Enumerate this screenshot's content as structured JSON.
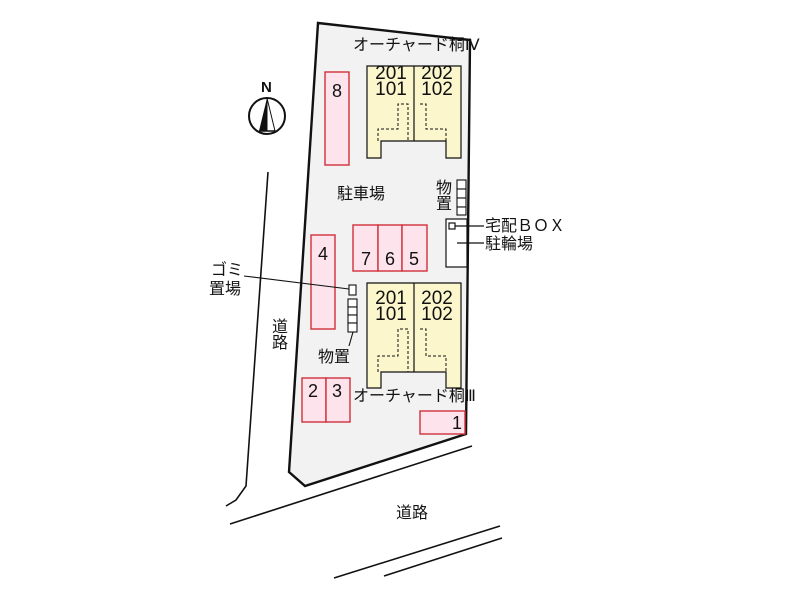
{
  "map": {
    "type": "site-plan",
    "compass": {
      "label": "N",
      "icon": "north-arrow-icon"
    },
    "roads": [
      {
        "id": "road-west",
        "label": "道路"
      },
      {
        "id": "road-south",
        "label": "道路"
      }
    ],
    "buildings": [
      {
        "id": "building-north",
        "name": "オーチャード桐Ⅳ",
        "units": [
          {
            "upper": "201",
            "lower": "101"
          },
          {
            "upper": "202",
            "lower": "102"
          }
        ]
      },
      {
        "id": "building-south",
        "name": "オーチャード桐Ⅲ",
        "units": [
          {
            "upper": "201",
            "lower": "101"
          },
          {
            "upper": "202",
            "lower": "102"
          }
        ]
      }
    ],
    "parking": {
      "label": "駐車場",
      "spaces": [
        "1",
        "2",
        "3",
        "4",
        "5",
        "6",
        "7",
        "8"
      ]
    },
    "facilities": {
      "storage_north": "物置",
      "storage_south": "物置",
      "delivery_box": "宅配ＢＯＸ",
      "bicycle_parking": "駐輪場",
      "garbage_line1": "ゴミ",
      "garbage_line2": "置場"
    },
    "colors": {
      "lot_fill": "#f2f2f3",
      "building_fill": "#fbf6cc",
      "parking_fill": "#fde4ec",
      "parking_stroke": "#d0303a",
      "line": "#111111"
    }
  }
}
